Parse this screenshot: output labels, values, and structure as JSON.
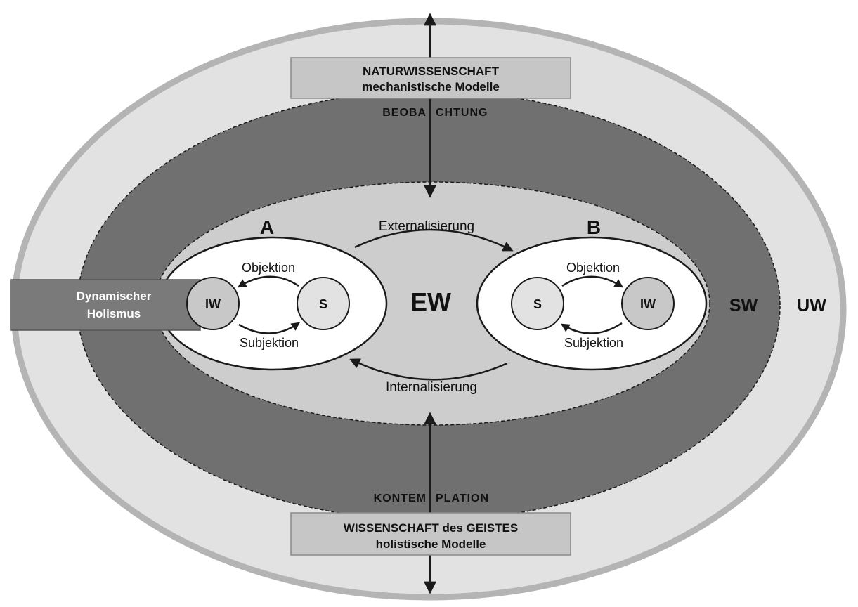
{
  "top_box": {
    "line1": "NATURWISSENSCHAFT",
    "line2": "mechanistische Modelle"
  },
  "bottom_box": {
    "line1": "WISSENSCHAFT des GEISTES",
    "line2": "holistische Modelle"
  },
  "left_box": {
    "line1": "Dynamischer",
    "line2": "Holismus"
  },
  "observation": {
    "left": "BEOBA",
    "right": "CHTUNG"
  },
  "contemplation": {
    "left": "KONTEM",
    "right": "PLATION"
  },
  "center_label": "EW",
  "sw_label": "SW",
  "uw_label": "UW",
  "externalisierung": "Externalisierung",
  "internalisierung": "Internalisierung",
  "group_a": {
    "label": "A",
    "iw": "IW",
    "s": "S",
    "objektion": "Objektion",
    "subjektion": "Subjektion"
  },
  "group_b": {
    "label": "B",
    "iw": "IW",
    "s": "S",
    "objektion": "Objektion",
    "subjektion": "Subjektion"
  },
  "colors": {
    "outer_ring": "#b4b4b4",
    "outer_fill": "#e2e2e2",
    "dark_band": "#707070",
    "inner_fill": "#cdcdcd",
    "box_fill": "#c6c6c6",
    "left_box_fill": "#7a7a7a",
    "white": "#ffffff",
    "stroke": "#1a1a1a"
  }
}
